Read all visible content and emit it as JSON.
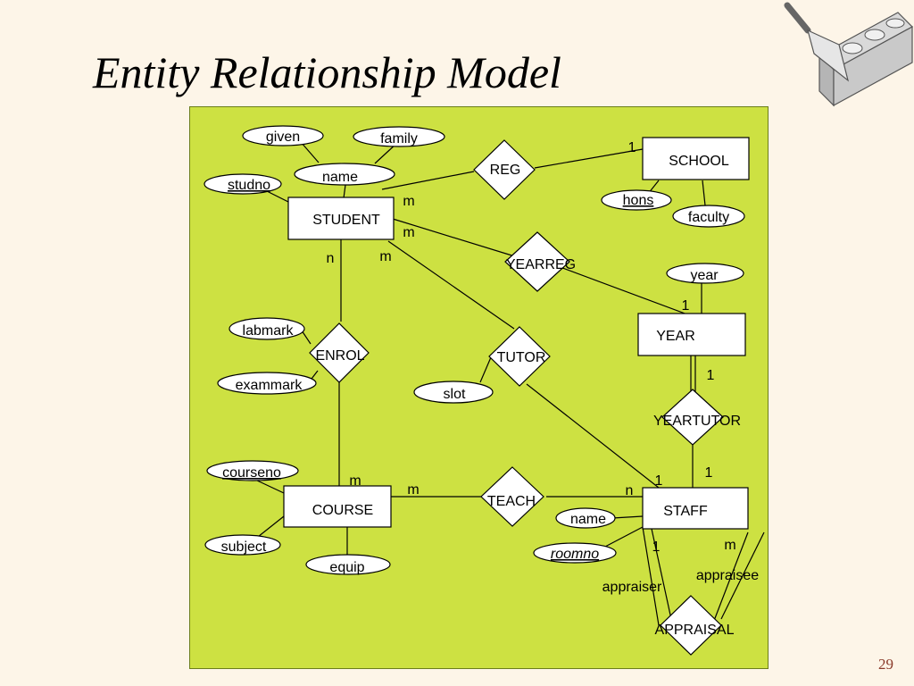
{
  "slide": {
    "title": "Entity Relationship Model",
    "page_number": "29"
  },
  "colors": {
    "background": "#fdf5e8",
    "panel": "#cde142",
    "shape_fill": "#ffffff",
    "line": "#000000",
    "page_number": "#8a3a2a"
  },
  "logo": {
    "icon": "trowel-and-brick-icon"
  },
  "diagram": {
    "entities": {
      "student": "STUDENT",
      "school": "SCHOOL",
      "year": "YEAR",
      "course": "COURSE",
      "staff": "STAFF"
    },
    "relationships": {
      "reg": "REG",
      "yearreg": "YEARREG",
      "enrol": "ENROL",
      "tutor": "TUTOR",
      "yeartutor": "YEARTUTOR",
      "teach": "TEACH",
      "appraisal": "APPRAISAL"
    },
    "attributes": {
      "given": "given",
      "family": "family",
      "name": "name",
      "studno": "studno",
      "hons": "hons",
      "faculty": "faculty",
      "year": "year",
      "labmark": "labmark",
      "exammark": "exammark",
      "slot": "slot",
      "courseno": "courseno",
      "subject": "subject",
      "equip": "equip",
      "staff_name": "name",
      "roomno": "roomno"
    },
    "cardinalities": {
      "student_reg": "m",
      "reg_school": "1",
      "student_yearreg": "m",
      "yearreg_year": "1",
      "student_enrol": "n",
      "student_tutor": "m",
      "enrol_course": "m",
      "course_teach": "m",
      "teach_staff": "n",
      "tutor_staff": "1",
      "year_yeartutor": "1",
      "yeartutor_staff": "1",
      "appraiser_card": "1",
      "appraisee_card": "m"
    },
    "roles": {
      "appraiser": "appraiser",
      "appraisee": "appraisee"
    }
  }
}
